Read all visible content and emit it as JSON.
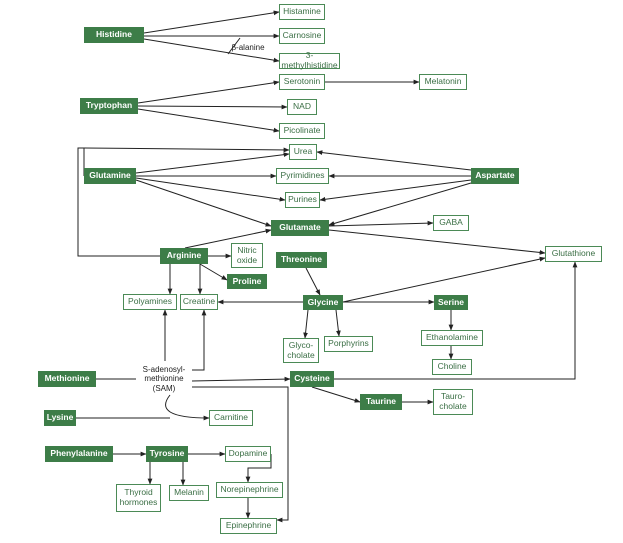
{
  "nodes": {
    "histidine": "Histidine",
    "histamine": "Histamine",
    "carnosine": "Carnosine",
    "beta_alanine": "β-alanine",
    "methylhistidine": "3-methylhistidine",
    "tryptophan": "Tryptophan",
    "serotonin": "Serotonin",
    "melatonin": "Melatonin",
    "nad": "NAD",
    "picolinate": "Picolinate",
    "urea": "Urea",
    "glutamine": "Glutamine",
    "pyrimidines": "Pyrimidines",
    "aspartate": "Aspartate",
    "purines": "Purines",
    "glutamate": "Glutamate",
    "gaba": "GABA",
    "arginine": "Arginine",
    "nitric_oxide": "Nitric\noxide",
    "proline": "Proline",
    "threonine": "Threonine",
    "glutathione": "Glutathione",
    "polyamines": "Polyamines",
    "creatine": "Creatine",
    "glycine": "Glycine",
    "serine": "Serine",
    "glycocholate": "Glyco-\ncholate",
    "porphyrins": "Porphyrins",
    "ethanolamine": "Ethanolamine",
    "choline": "Choline",
    "methionine": "Methionine",
    "sam": "S-adenosyl-\nmethionine\n(SAM)",
    "cysteine": "Cysteine",
    "taurine": "Taurine",
    "taurocholate": "Tauro-\ncholate",
    "lysine": "Lysine",
    "carnitine": "Carnitine",
    "phenylalanine": "Phenylalanine",
    "tyrosine": "Tyrosine",
    "dopamine": "Dopamine",
    "thyroid_hormones": "Thyroid\nhormones",
    "melanin": "Melanin",
    "norepinephrine": "Norepinephrine",
    "epinephrine": "Epinephrine"
  },
  "colors": {
    "dark_box": "#3d7d48",
    "light_border": "#4b8a56",
    "light_text": "#3a6e44",
    "arrow": "#222222"
  }
}
